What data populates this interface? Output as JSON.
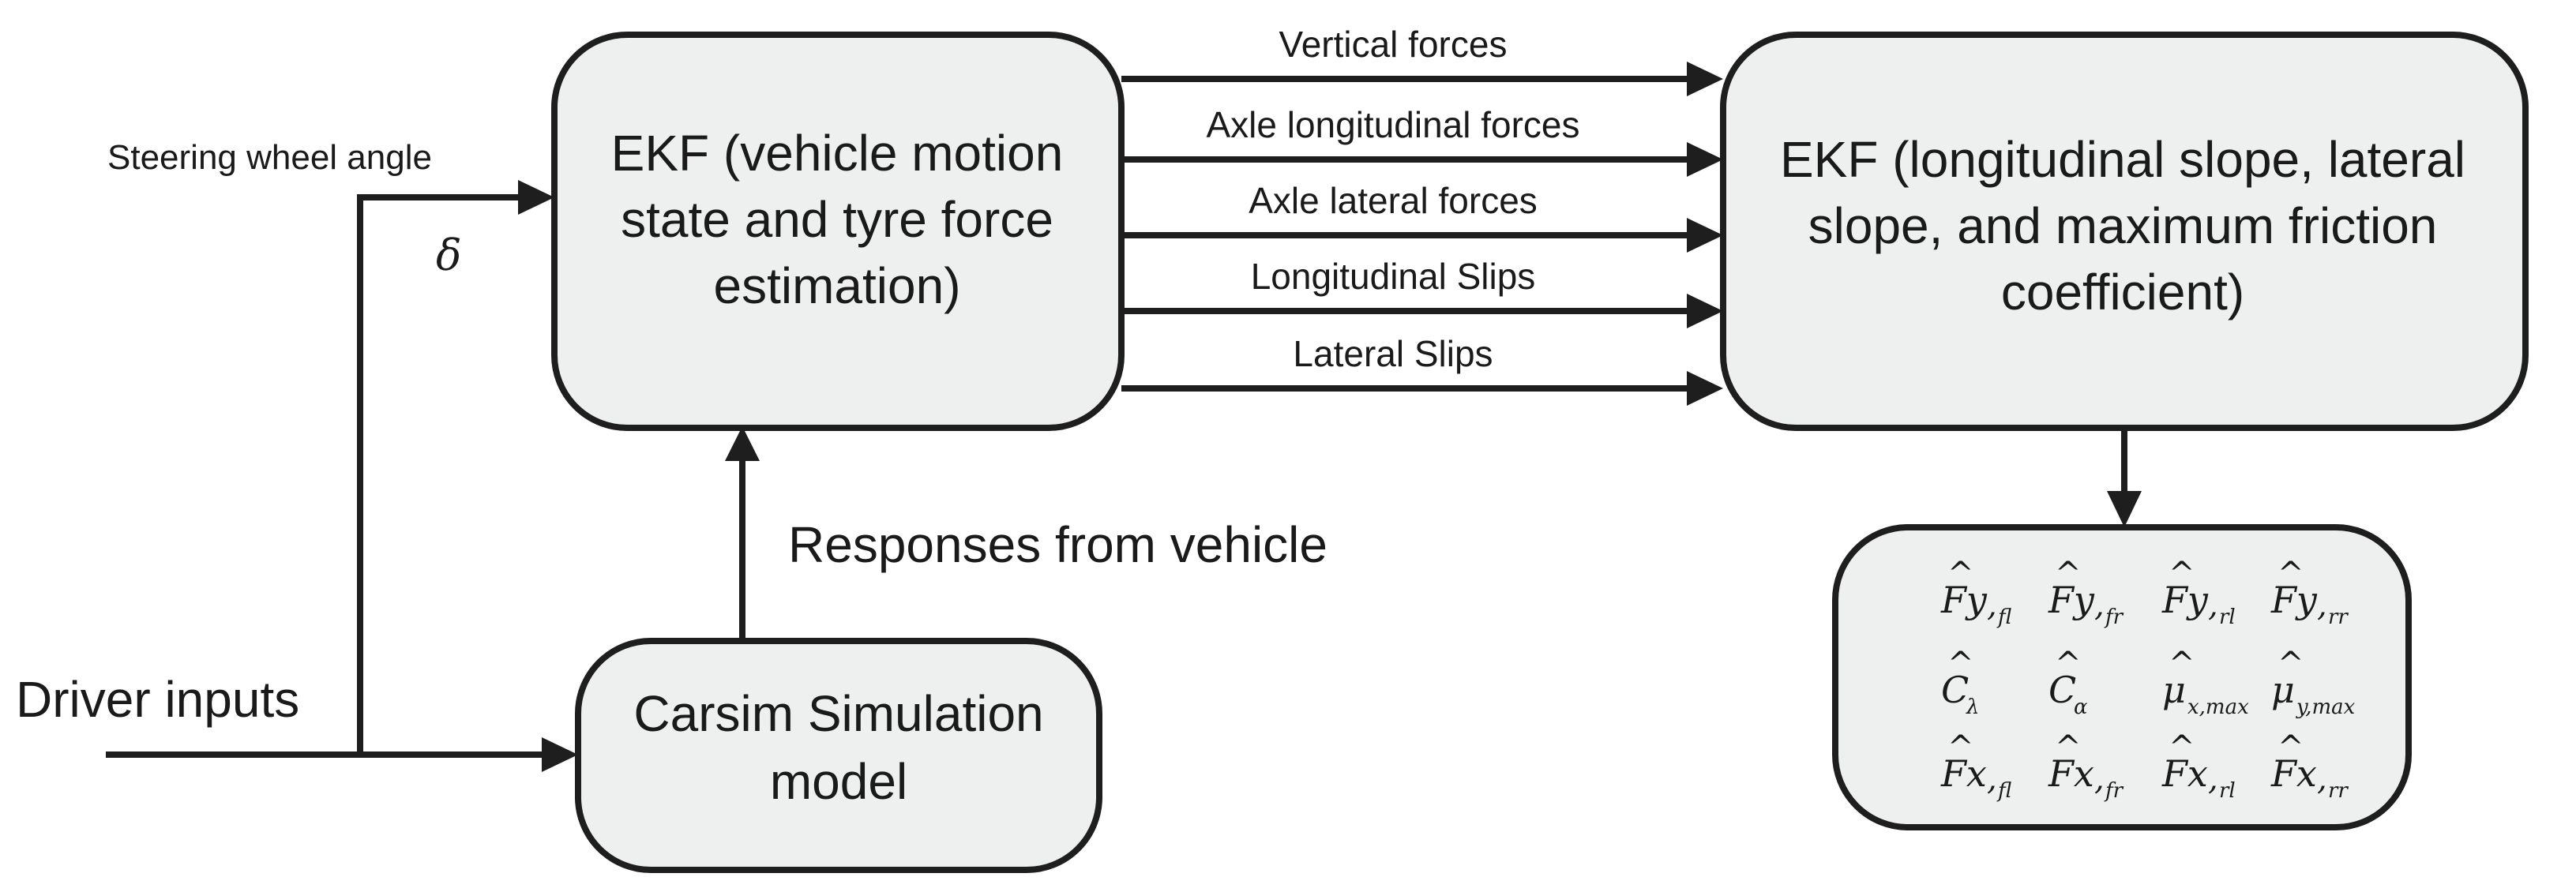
{
  "inputs": {
    "driver_inputs": "Driver inputs",
    "steering_wheel_angle": "Steering wheel angle",
    "delta_symbol": "δ"
  },
  "boxes": {
    "ekf_vehicle": [
      "EKF (vehicle motion",
      "state and tyre force",
      "estimation)"
    ],
    "ekf_slope": [
      "EKF (longitudinal slope, lateral",
      "slope, and maximum friction",
      "coefficient)"
    ],
    "carsim": [
      "Carsim Simulation",
      "model"
    ]
  },
  "signals": {
    "vertical_forces": "Vertical forces",
    "axle_longitudinal_forces": "Axle longitudinal forces",
    "axle_lateral_forces": "Axle lateral forces",
    "longitudinal_slips": "Longitudinal Slips",
    "lateral_slips": "Lateral Slips"
  },
  "responses_label": "Responses from vehicle",
  "outputs": {
    "row1": [
      {
        "base": "Fy",
        "sub": "fl"
      },
      {
        "base": "Fy",
        "sub": "fr"
      },
      {
        "base": "Fy",
        "sub": "rl"
      },
      {
        "base": "Fy",
        "sub": "rr"
      }
    ],
    "row2": [
      {
        "base": "C",
        "sub": "λ"
      },
      {
        "base": "C",
        "sub": "α"
      },
      {
        "base": "μ",
        "sub": "x,max"
      },
      {
        "base": "μ",
        "sub": "y,max"
      }
    ],
    "row3": [
      {
        "base": "Fx",
        "sub": "fl"
      },
      {
        "base": "Fx",
        "sub": "fr"
      },
      {
        "base": "Fx",
        "sub": "rl"
      },
      {
        "base": "Fx",
        "sub": "rr"
      }
    ]
  }
}
